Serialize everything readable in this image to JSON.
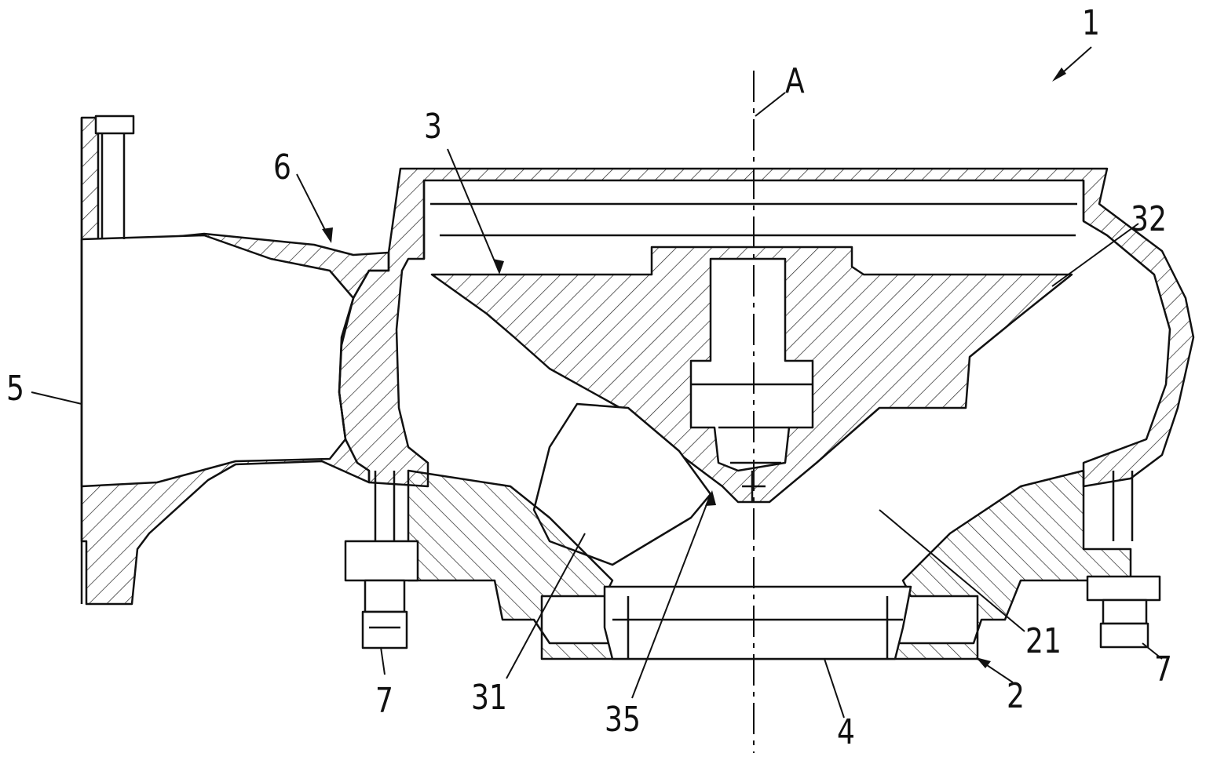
{
  "figure": {
    "labels": {
      "device": "1",
      "axis": "A",
      "impeller": "3",
      "housing_wall": "6",
      "discharge_flange": "5",
      "rib": "32",
      "blade": "31",
      "hub_tip": "35",
      "bolt_left": "7",
      "bolt_right": "7",
      "inlet": "4",
      "ring": "2",
      "blade_channel": "21"
    },
    "colors": {
      "ink": "#111111",
      "paper": "#ffffff"
    }
  }
}
